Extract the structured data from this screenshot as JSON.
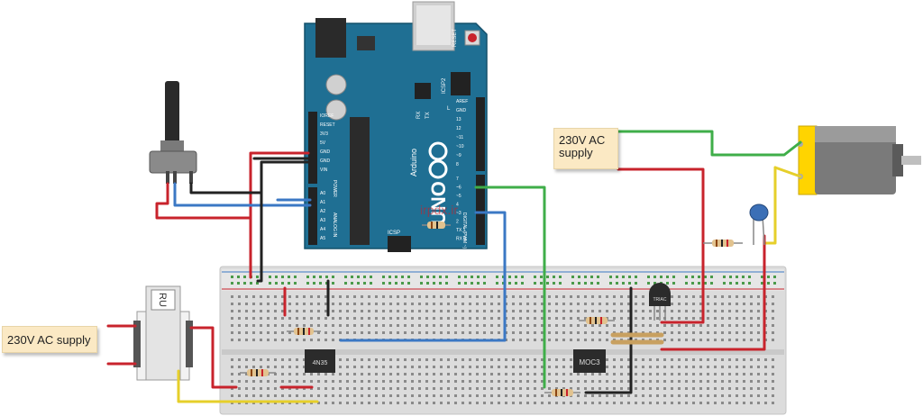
{
  "labels": {
    "ac_left": "230V AC supply",
    "ac_right": "230V AC\nsupply",
    "watermark": "irpdx.ir"
  },
  "arduino": {
    "reset": "RESET",
    "icsp2": "ICSP2",
    "icsp": "ICSP",
    "tx": "TX",
    "rx": "RX",
    "led_l": "L",
    "brand": "Arduino",
    "model": "UNO",
    "power_pins": [
      "IOREF",
      "RESET",
      "3V3",
      "5V",
      "GND",
      "GND",
      "VIN"
    ],
    "power_label": "POWER",
    "analog_pins": [
      "A0",
      "A1",
      "A2",
      "A3",
      "A4",
      "A5"
    ],
    "analog_label": "ANALOG IN",
    "digital_pins": [
      "AREF",
      "GND",
      "13",
      "12",
      "~11",
      "~10",
      "~9",
      "8",
      "7",
      "~6",
      "~5",
      "4",
      "~3",
      "2",
      "TX 1",
      "RX 0"
    ],
    "digital_label": "DIGITAL (PWM ~)"
  },
  "components": {
    "optocoupler_1": "4N35",
    "optocoupler_2": "MOC3",
    "triac": "TRIAC",
    "transformer": "RU"
  },
  "colors": {
    "board": "#1f6f93",
    "breadboard": "#dcdcdc",
    "wire_red": "#c8232c",
    "wire_black": "#222222",
    "wire_blue": "#3b78c4",
    "wire_green": "#3fae49",
    "wire_yellow": "#e6cf2a",
    "motor": "#ffd400"
  }
}
